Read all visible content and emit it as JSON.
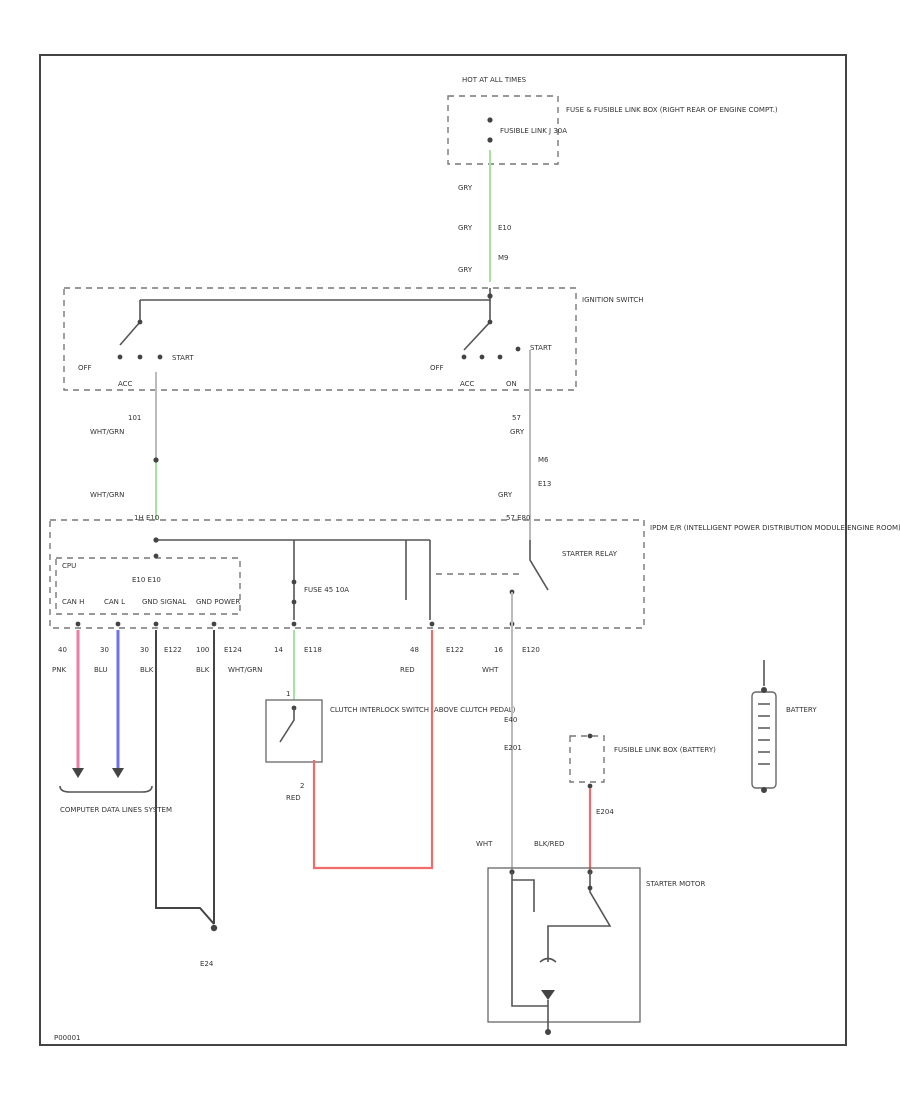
{
  "top_source": {
    "label": "HOT AT ALL TIMES",
    "fuse": "FUSIBLE LINK J 30A",
    "location": "FUSE & FUSIBLE LINK BOX (RIGHT REAR OF ENGINE COMPT.)"
  },
  "wire_gry_1": "GRY",
  "wire_gry_2": "GRY",
  "wire_gry_3": "GRY",
  "conn_e10": "E10",
  "conn_m9": "M9",
  "ignition_switch": {
    "label": "IGNITION SWITCH",
    "off_left": "OFF",
    "start_left": "START",
    "acc_left": "ACC",
    "off_right": "OFF",
    "start_right": "START",
    "acc_right": "ACC",
    "on_right": "ON"
  },
  "left_wire": {
    "pin": "101",
    "color": "WHT/GRN",
    "color2": "WHT/GRN",
    "conn": "1H E10"
  },
  "right_wire": {
    "pin": "57",
    "color": "GRY",
    "color2": "GRY",
    "conn_a": "M6",
    "conn_b": "E13",
    "conn_c": "57 E80"
  },
  "ipdm": {
    "label": "IPDM E/R (INTELLIGENT POWER DISTRIBUTION MODULE ENGINE ROOM) (RIGHT REAR OF ENGINE COMPT.)",
    "cpu": "CPU",
    "can_h": "CAN H",
    "can_l": "CAN L",
    "gnd_signal": "GND SIGNAL",
    "gnd_power": "GND POWER",
    "e10_label": "E10 E10",
    "fuse": "FUSE 45 10A",
    "relay": "STARTER RELAY"
  },
  "bottom_pins": [
    {
      "pin": "40",
      "color": "PNK"
    },
    {
      "pin": "30",
      "color": "BLU"
    },
    {
      "pin": "30",
      "color": "BLK",
      "conn": "E122"
    },
    {
      "pin": "100",
      "color": "BLK",
      "conn": "E124"
    },
    {
      "pin": "14",
      "color": "WHT/GRN",
      "conn": "E118"
    },
    {
      "pin": "48",
      "color": "RED",
      "conn": "E122"
    },
    {
      "pin": "16",
      "color": "WHT",
      "conn": "E120"
    }
  ],
  "clutch": {
    "label": "CLUTCH INTERLOCK SWITCH (ABOVE CLUTCH PEDAL)",
    "pin_top": "1",
    "pin_bot": "2",
    "wire": "RED"
  },
  "computer_data": "COMPUTER DATA LINES SYSTEM",
  "ground": "E24",
  "starter_wire": {
    "conn_a": "E40",
    "conn_b": "E201",
    "color": "WHT",
    "color_right": "BLK/RED"
  },
  "fusible_battery": "FUSIBLE LINK BOX (BATTERY)",
  "conn_e204": "E204",
  "starter_motor": "STARTER MOTOR",
  "battery": "BATTERY",
  "footer_code": "P00001"
}
